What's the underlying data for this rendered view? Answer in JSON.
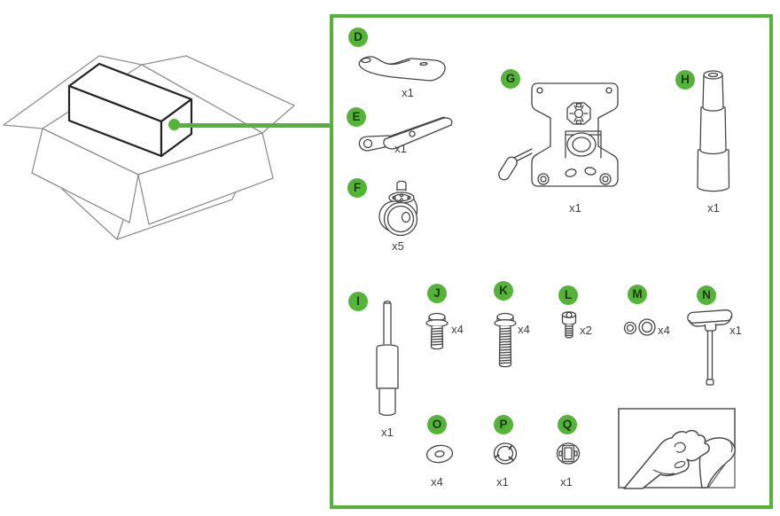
{
  "colors": {
    "accent_green": "#56b33a",
    "badge_letter": "#1c390c",
    "part_line": "#454545",
    "inner_box_line": "#232323",
    "carton_line": "#8f8f8f"
  },
  "scene": {
    "icon": "open-shipping-box-with-accessory-box",
    "callout": "line-from-accessory-box-to-parts-panel"
  },
  "parts": [
    {
      "letter": "D",
      "qty": "x1",
      "icon": "armrest-pad-top-icon"
    },
    {
      "letter": "E",
      "qty": "x1",
      "icon": "armrest-pad-side-icon"
    },
    {
      "letter": "F",
      "qty": "x5",
      "icon": "caster-wheel-icon"
    },
    {
      "letter": "G",
      "qty": "x1",
      "icon": "tilt-mechanism-icon"
    },
    {
      "letter": "H",
      "qty": "x1",
      "icon": "telescopic-cylinder-cover-icon"
    },
    {
      "letter": "I",
      "qty": "x1",
      "icon": "gas-lift-cylinder-icon"
    },
    {
      "letter": "J",
      "qty": "x4",
      "icon": "hex-flange-bolt-short-icon"
    },
    {
      "letter": "K",
      "qty": "x4",
      "icon": "hex-flange-bolt-long-icon"
    },
    {
      "letter": "L",
      "qty": "x2",
      "icon": "socket-head-screw-icon"
    },
    {
      "letter": "M",
      "qty": "x4",
      "icon": "washer-pair-icon"
    },
    {
      "letter": "N",
      "qty": "x1",
      "icon": "t-handle-allen-key-icon"
    },
    {
      "letter": "O",
      "qty": "x4",
      "icon": "flat-washer-icon"
    },
    {
      "letter": "P",
      "qty": "x1",
      "icon": "lock-ring-icon"
    },
    {
      "letter": "Q",
      "qty": "x1",
      "icon": "square-nut-insert-icon"
    }
  ],
  "peel_illustration": {
    "icon": "peel-protective-film-icon"
  }
}
